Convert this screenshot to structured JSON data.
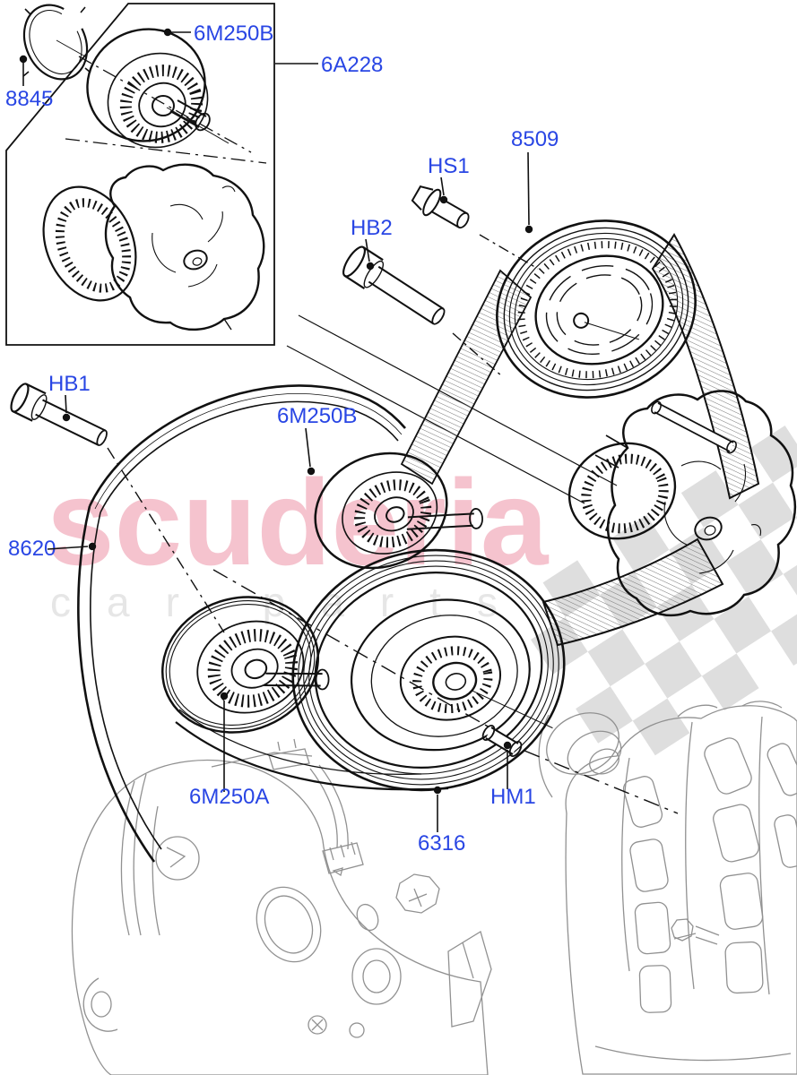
{
  "diagram": {
    "title_hidden": "",
    "watermark": {
      "brand": "scuderia",
      "tagline": "car parts"
    },
    "colors": {
      "label_blue": "#2946e4",
      "line_black": "#111111",
      "machine_gray": "#919191",
      "watermark_brand_pink": "#f5c3ce",
      "watermark_tagline_gray": "#e6e6e6",
      "checker_gray": "#dedede",
      "belt_rib": "#666666"
    },
    "labels": {
      "inset_pulley": "6M250B",
      "inset_assembly": "6A228",
      "snap_ring": "8845",
      "water_pump_pulley": "8509",
      "screw_hs1": "HS1",
      "bolt_hb2": "HB2",
      "bolt_hb1": "HB1",
      "idler_pulley": "6M250B",
      "drive_belt": "8620",
      "tensioner_pulley": "6M250A",
      "crankshaft_pulley": "6316",
      "pin_hm1": "HM1"
    }
  }
}
